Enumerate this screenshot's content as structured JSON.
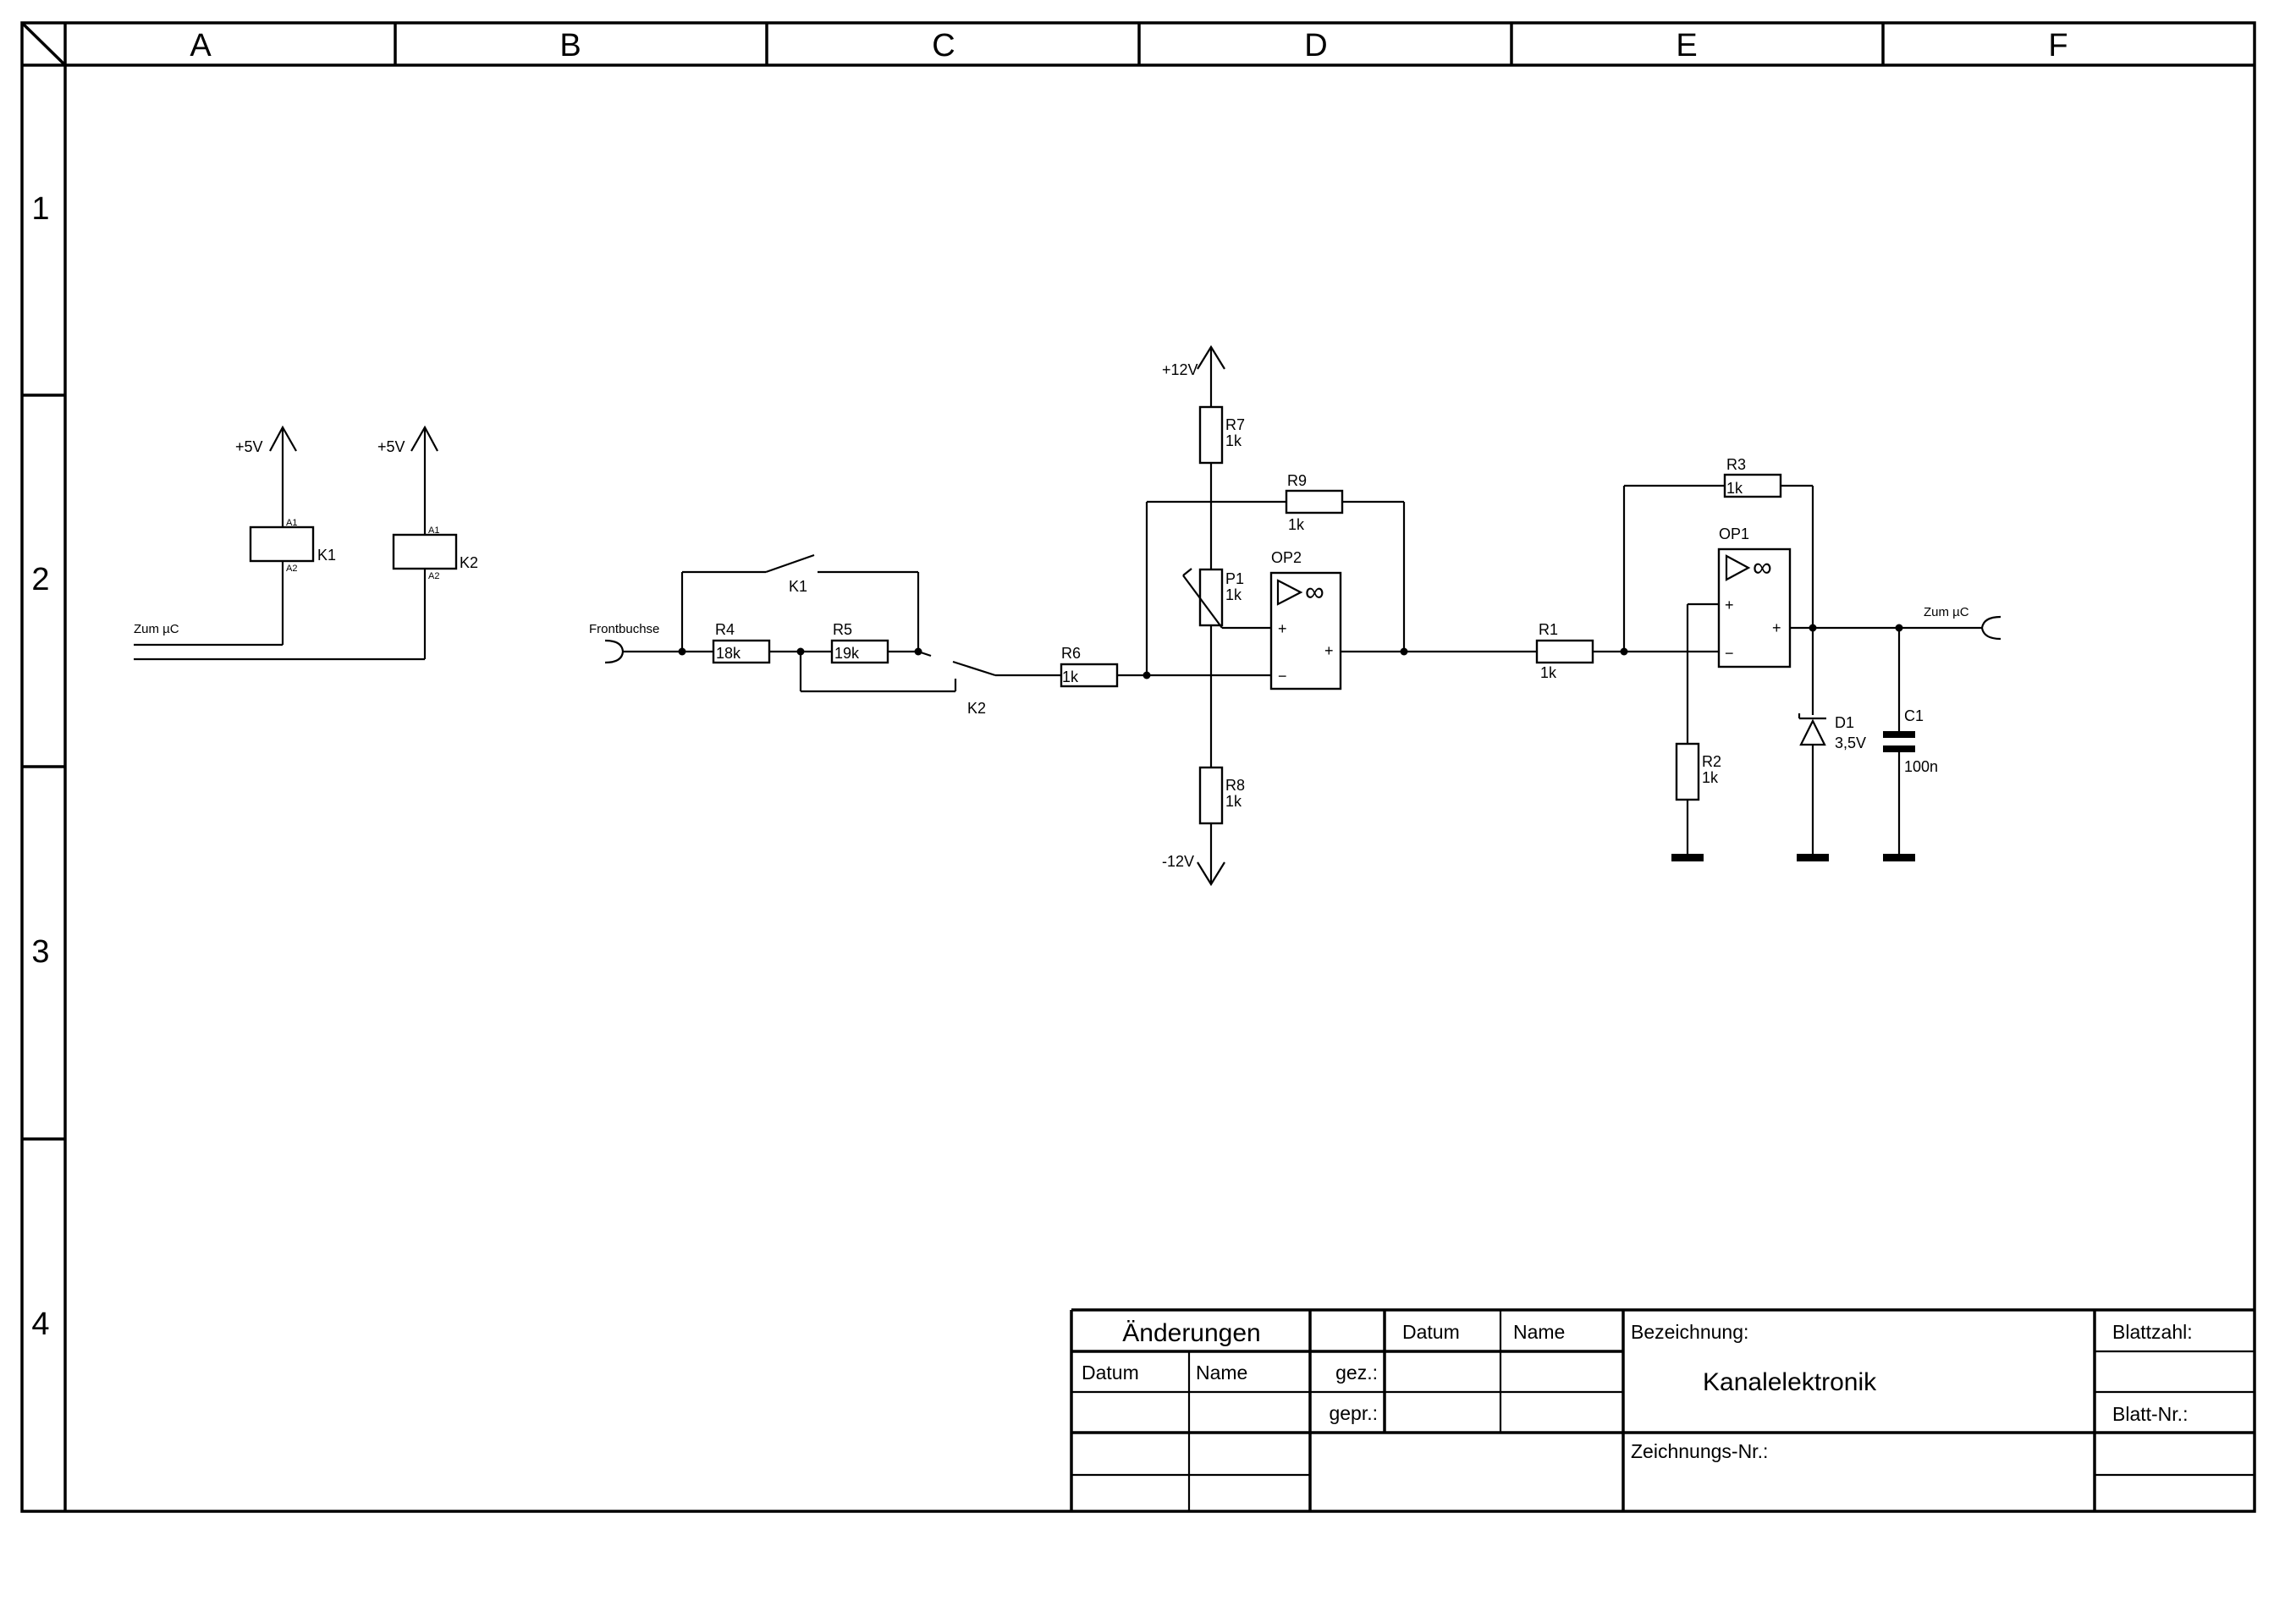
{
  "frame": {
    "columns": [
      "A",
      "B",
      "C",
      "D",
      "E",
      "F"
    ],
    "rows": [
      "1",
      "2",
      "3",
      "4"
    ]
  },
  "components": {
    "K1": {
      "name": "K1",
      "pin1": "A1",
      "pin2": "A2",
      "supply": "+5V",
      "input": "Zum µC"
    },
    "K2": {
      "name": "K2",
      "pin1": "A1",
      "pin2": "A2",
      "supply": "+5V"
    },
    "frontbuchse": "Frontbuchse",
    "K1_contact": "K1",
    "K2_contact": "K2",
    "R4": {
      "name": "R4",
      "value": "18k"
    },
    "R5": {
      "name": "R5",
      "value": "19k"
    },
    "R6": {
      "name": "R6",
      "value": "1k"
    },
    "R7": {
      "name": "R7",
      "value": "1k"
    },
    "R8": {
      "name": "R8",
      "value": "1k"
    },
    "R9": {
      "name": "R9",
      "value": "1k"
    },
    "P1": {
      "name": "P1",
      "value": "1k"
    },
    "OP2": {
      "name": "OP2",
      "plus_in": "+",
      "minus_in": "−",
      "out": "+"
    },
    "R1": {
      "name": "R1",
      "value": "1k"
    },
    "R2": {
      "name": "R2",
      "value": "1k"
    },
    "R3": {
      "name": "R3",
      "value": "1k"
    },
    "OP1": {
      "name": "OP1",
      "plus_in": "+",
      "minus_in": "−",
      "out": "+"
    },
    "D1": {
      "name": "D1",
      "value": "3,5V"
    },
    "C1": {
      "name": "C1",
      "value": "100n"
    },
    "vplus": "+12V",
    "vminus": "-12V",
    "output": "Zum µC"
  },
  "title_block": {
    "aenderungen": "Änderungen",
    "datum": "Datum",
    "name": "Name",
    "gez": "gez.:",
    "gepr": "gepr.:",
    "bezeichnung_label": "Bezeichnung:",
    "bezeichnung": "Kanalelektronik",
    "blattzahl": "Blattzahl:",
    "blatt_nr": "Blatt-Nr.:",
    "zeichnungs_nr": "Zeichnungs-Nr.:"
  }
}
